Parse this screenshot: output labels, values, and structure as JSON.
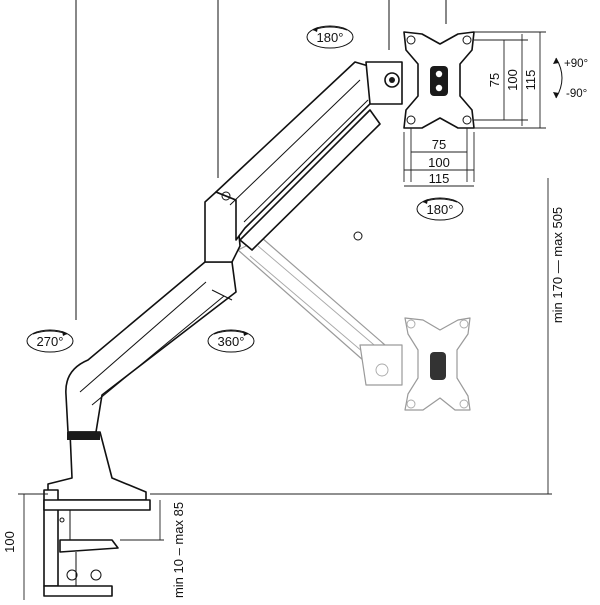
{
  "rotations": {
    "top": "180°",
    "plate": "180°",
    "base": "270°",
    "elbow": "360°"
  },
  "tilt": {
    "up": "+90°",
    "down": "-90°"
  },
  "vesa": {
    "w75": "75",
    "w100": "100",
    "w115": "115",
    "h75": "75",
    "h100": "100",
    "h115": "115"
  },
  "height_range": "min 170 — max 505",
  "desk_thickness": "min 10 – max 85",
  "clamp_height": "100"
}
